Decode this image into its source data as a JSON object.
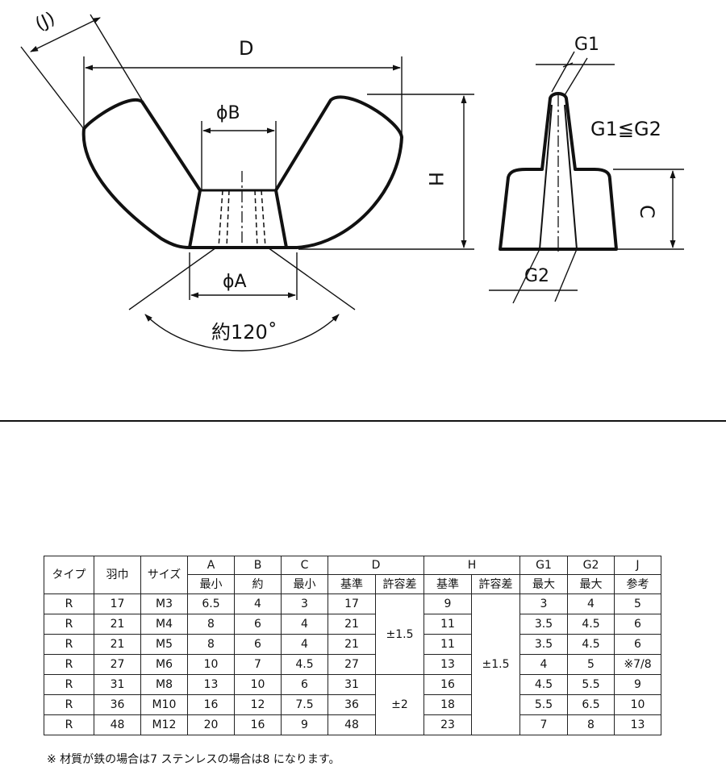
{
  "drawing": {
    "labels": {
      "J": "(J)",
      "D": "D",
      "phiB": "ϕB",
      "phiA": "ϕA",
      "H": "H",
      "angle": "約120˚",
      "G1": "G1",
      "G2": "G2",
      "C": "C",
      "relation": "G1≦G2"
    }
  },
  "table": {
    "header_row1": {
      "type": "タイプ",
      "width": "羽巾",
      "size": "サイズ",
      "A": "A",
      "B": "B",
      "C": "C",
      "D": "D",
      "H": "H",
      "G1": "G1",
      "G2": "G2",
      "J": "J"
    },
    "header_row2": {
      "A": "最小",
      "B": "約",
      "C": "最小",
      "D_base": "基準",
      "D_tol": "許容差",
      "H_base": "基準",
      "H_tol": "許容差",
      "G1": "最大",
      "G2": "最大",
      "J": "参考"
    },
    "rows": [
      {
        "type": "R",
        "width": "17",
        "size": "M3",
        "A": "6.5",
        "B": "4",
        "C": "3",
        "D": "17",
        "H": "9",
        "G1": "3",
        "G2": "4",
        "J": "5"
      },
      {
        "type": "R",
        "width": "21",
        "size": "M4",
        "A": "8",
        "B": "6",
        "C": "4",
        "D": "21",
        "H": "11",
        "G1": "3.5",
        "G2": "4.5",
        "J": "6"
      },
      {
        "type": "R",
        "width": "21",
        "size": "M5",
        "A": "8",
        "B": "6",
        "C": "4",
        "D": "21",
        "H": "11",
        "G1": "3.5",
        "G2": "4.5",
        "J": "6"
      },
      {
        "type": "R",
        "width": "27",
        "size": "M6",
        "A": "10",
        "B": "7",
        "C": "4.5",
        "D": "27",
        "H": "13",
        "G1": "4",
        "G2": "5",
        "J": "※7/8"
      },
      {
        "type": "R",
        "width": "31",
        "size": "M8",
        "A": "13",
        "B": "10",
        "C": "6",
        "D": "31",
        "H": "16",
        "G1": "4.5",
        "G2": "5.5",
        "J": "9"
      },
      {
        "type": "R",
        "width": "36",
        "size": "M10",
        "A": "16",
        "B": "12",
        "C": "7.5",
        "D": "36",
        "H": "18",
        "G1": "5.5",
        "G2": "6.5",
        "J": "10"
      },
      {
        "type": "R",
        "width": "48",
        "size": "M12",
        "A": "20",
        "B": "16",
        "C": "9",
        "D": "48",
        "H": "23",
        "G1": "7",
        "G2": "8",
        "J": "13"
      }
    ],
    "d_tolerance_1": "±1.5",
    "d_tolerance_2": "±2",
    "h_tolerance": "±1.5"
  },
  "footnote": "※ 材質が鉄の場合は7 ステンレスの場合は8 になります。"
}
